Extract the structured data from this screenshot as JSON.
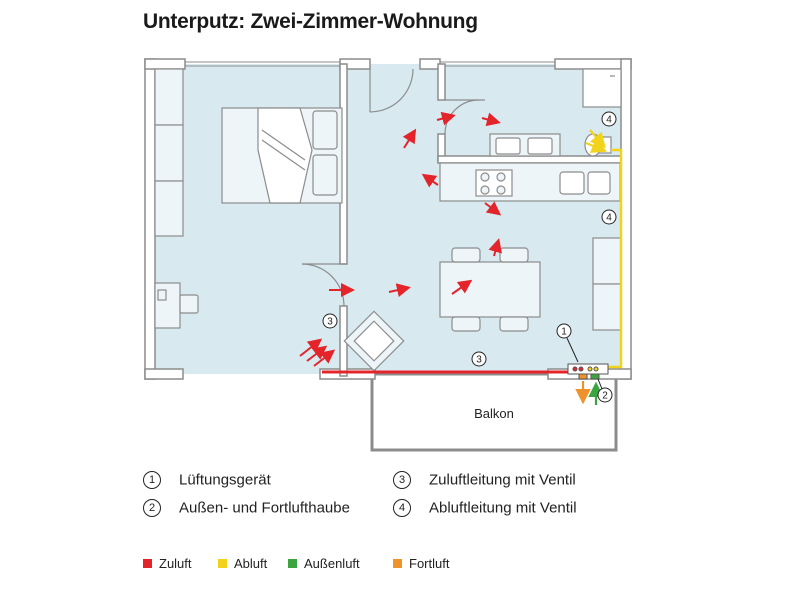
{
  "title": "Unterputz: Zwei-Zimmer-Wohnung",
  "plan": {
    "balcony_label": "Balkon",
    "callouts": [
      "①",
      "②",
      "③",
      "③",
      "④",
      "④"
    ]
  },
  "legend": [
    {
      "number": "①",
      "label": "Lüftungsgerät"
    },
    {
      "number": "②",
      "label": "Außen- und Fortlufthaube"
    },
    {
      "number": "③",
      "label": "Zuluftleitung mit Ventil"
    },
    {
      "number": "④",
      "label": "Abluftleitung mit Ventil"
    }
  ],
  "air_types": [
    {
      "label": "Zuluft",
      "color": "#e3242b"
    },
    {
      "label": "Abluft",
      "color": "#f2d31b"
    },
    {
      "label": "Außenluft",
      "color": "#3aa540"
    },
    {
      "label": "Fortluft",
      "color": "#f0922b"
    }
  ],
  "colors": {
    "floor": "#d8eaf0",
    "wall": "#8c8c8c",
    "wall_fill": "#ffffff",
    "furniture_fill": "#eef5f8",
    "supply_duct": "#e3242b",
    "exhaust_duct": "#f2d31b"
  }
}
